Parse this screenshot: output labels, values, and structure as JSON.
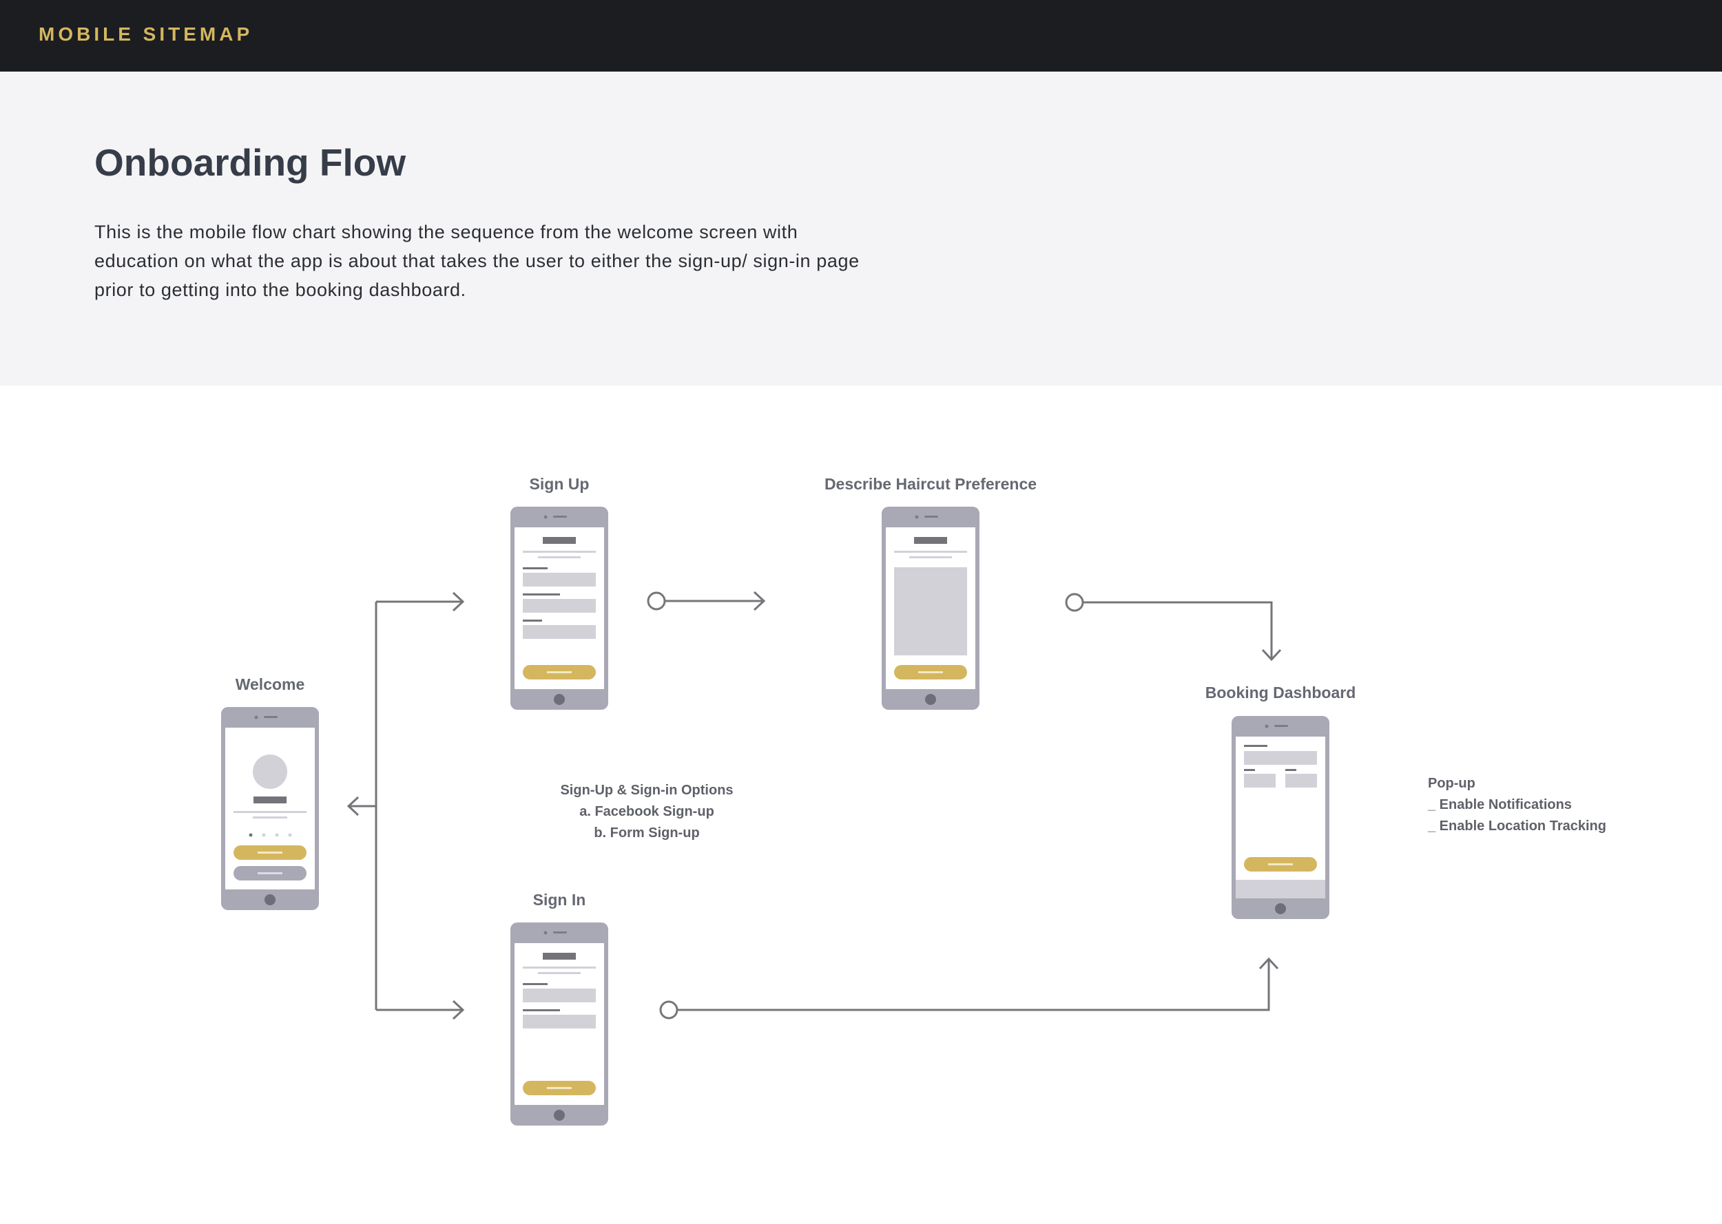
{
  "header": {
    "title": "MOBILE SITEMAP"
  },
  "hero": {
    "title": "Onboarding Flow",
    "description": "This is the mobile flow chart showing the sequence from the welcome screen with education on what the app is about that takes the user to either the sign-up/ sign-in page prior to getting into the booking dashboard."
  },
  "diagram": {
    "screens": {
      "welcome": "Welcome",
      "sign_up": "Sign Up",
      "describe": "Describe Haircut Preference",
      "sign_in": "Sign In",
      "booking": "Booking Dashboard"
    },
    "options_note": {
      "title": "Sign-Up & Sign-in Options",
      "line1": "a. Facebook Sign-up",
      "line2": "b. Form Sign-up"
    },
    "popup_note": {
      "title": "Pop-up",
      "line1": "_ Enable Notifications",
      "line2": "_ Enable Location Tracking"
    }
  },
  "colors": {
    "topbar": "#1b1d21",
    "accent": "#d4b65e",
    "hero_bg": "#f4f4f6",
    "phone_frame": "#a9a8b5",
    "placeholder": "#d2d1d8",
    "connector": "#76767a"
  }
}
